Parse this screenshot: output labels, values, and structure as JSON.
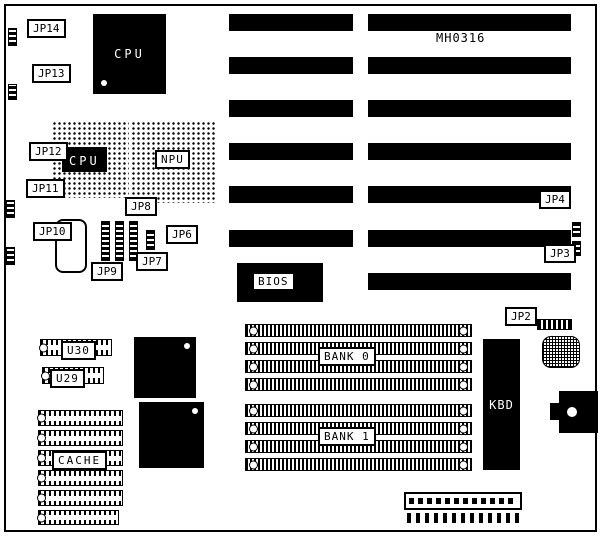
{
  "board": {
    "model": "MH0316"
  },
  "callouts": {
    "jp14": "JP14",
    "jp13": "JP13",
    "jp12": "JP12",
    "jp11": "JP11",
    "jp10": "JP10",
    "jp9": "JP9",
    "jp8": "JP8",
    "jp7": "JP7",
    "jp6": "JP6",
    "jp4": "JP4",
    "jp3": "JP3",
    "jp2": "JP2"
  },
  "chips": {
    "cpu_qfp": "CPU",
    "cpu_socket": "CPU",
    "npu": "NPU",
    "bios": "BIOS",
    "u30": "U30",
    "u29": "U29",
    "cache": "CACHE",
    "bank0": "BANK 0",
    "bank1": "BANK 1",
    "kbd": "KBD"
  },
  "colors": {
    "silk": "#000000",
    "background": "#ffffff"
  }
}
